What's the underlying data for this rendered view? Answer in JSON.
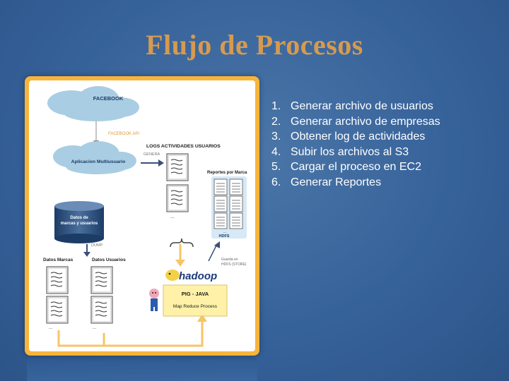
{
  "slide": {
    "title": "Flujo de Procesos",
    "steps": [
      {
        "num": "1.",
        "text": "Generar archivo de usuarios"
      },
      {
        "num": "2.",
        "text": "Generar archivo de empresas"
      },
      {
        "num": "3.",
        "text": "Obtener log de actividades"
      },
      {
        "num": "4.",
        "text": "Subir los archivos al S3"
      },
      {
        "num": "5.",
        "text": "Cargar el proceso en EC2"
      },
      {
        "num": "6.",
        "text": "Generar Reportes"
      }
    ]
  },
  "diagram": {
    "facebook": "FACEBOOK",
    "facebook_api": "FACEBOOK API",
    "app": "Aplicacion Multiusuario",
    "logs": "LOGS ACTIVIDADES USUARIOS",
    "genera": "GENERA",
    "db_line1": "Datos de",
    "db_line2": "marcas y usuarios",
    "dump": "DUMP",
    "datos_marcas": "Datos Marcas",
    "datos_usuarios": "Datos Usuarios",
    "reportes": "Reportes por Marca",
    "hdfs": "HDFS",
    "guarda_line1": "Guarda en",
    "guarda_line2": "HDFS (STORE)",
    "hadoop": "hadoop",
    "pig": "PIG - JAVA",
    "mapreduce": "Map Reduce Process",
    "dots": "..."
  },
  "colors": {
    "title": "#d79a4e",
    "frame": "#f7b43a",
    "cloud": "#a9cde3",
    "arrow_orange": "#f6c567",
    "box_yellow": "#fff2a8"
  }
}
